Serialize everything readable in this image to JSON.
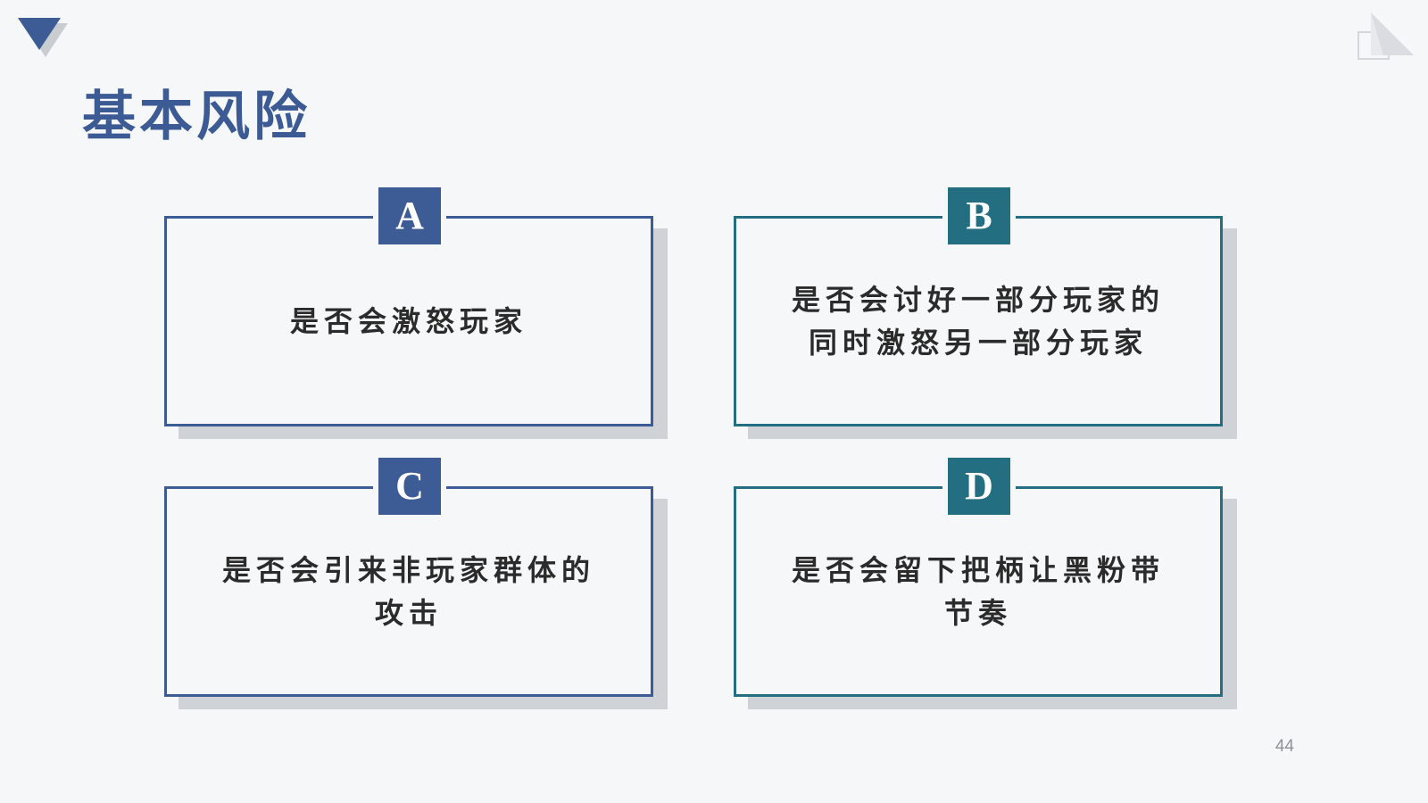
{
  "slide": {
    "title": "基本风险",
    "page_number": "44",
    "colors": {
      "navy": "#3d5b95",
      "teal": "#236e81",
      "background": "#f6f7f8",
      "text": "#2b2b2b"
    },
    "decorations": {
      "top_left": "triangle-down-icon",
      "top_right": "folded-page-icon"
    }
  },
  "cards": [
    {
      "badge": "A",
      "lines": [
        "是否会激怒玩家"
      ]
    },
    {
      "badge": "B",
      "lines": [
        "是否会讨好一部分玩家的",
        "同时激怒另一部分玩家"
      ]
    },
    {
      "badge": "C",
      "lines": [
        "是否会引来非玩家群体的",
        "攻击"
      ]
    },
    {
      "badge": "D",
      "lines": [
        "是否会留下把柄让黑粉带",
        "节奏"
      ]
    }
  ]
}
